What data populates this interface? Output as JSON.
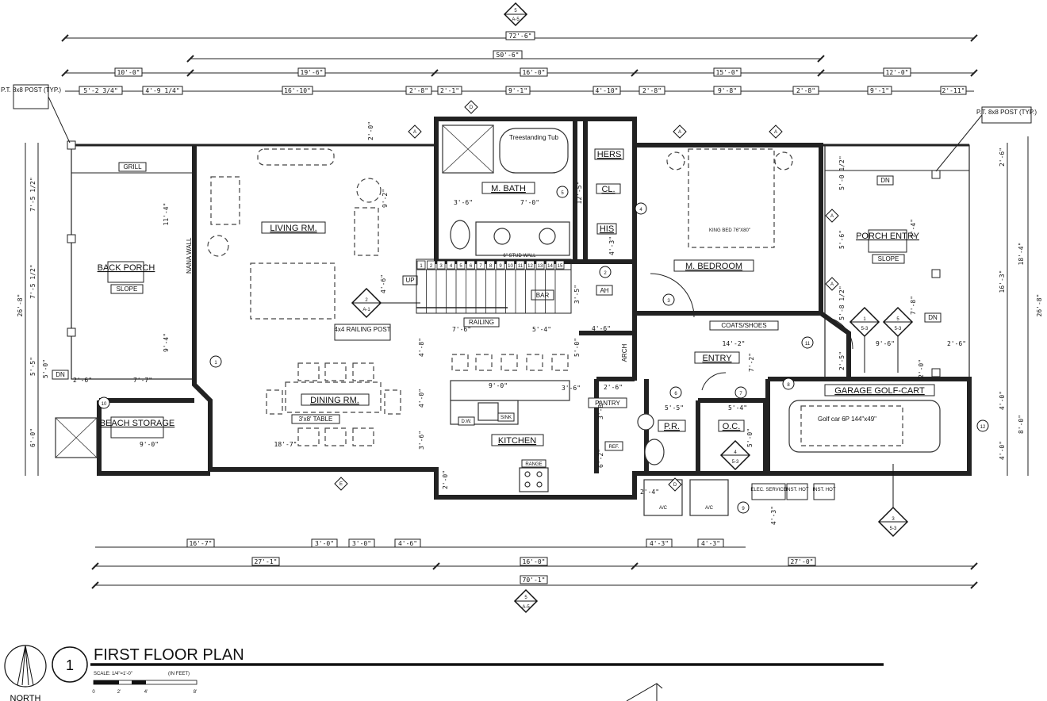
{
  "dimensions": {
    "top_overall": "72'-6\"",
    "top_mid": "50'-6\"",
    "top_row2": [
      "10'-0\"",
      "19'-6\"",
      "16'-0\"",
      "15'-0\"",
      "12'-0\""
    ],
    "top_row3": [
      "5'-2 3/4\"",
      "4'-9 1/4\"",
      "16'-10\"",
      "2'-8\"",
      "2'-1\"",
      "9'-1\"",
      "4'-10\"",
      "2'-8\"",
      "9'-8\"",
      "2'-8\"",
      "9'-1\"",
      "2'-11\""
    ],
    "bottom_row1": [
      "16'-7\"",
      "3'-0\"",
      "3'-0\"",
      "4'-6\"",
      "4'-3\"",
      "4'-3\""
    ],
    "bottom_row2": [
      "27'-1\"",
      "16'-0\"",
      "27'-0\""
    ],
    "bottom_overall": "70'-1\"",
    "left": [
      "7'-5 1/2\"",
      "7'-5 1/2\"",
      "26'-8\"",
      "5'-5\"",
      "5'-0\"",
      "6'-0\""
    ],
    "right": [
      "2'-6\"",
      "16'-3\"",
      "18'-4\"",
      "26'-8\"",
      "4'-0\"",
      "8'-0\"",
      "4'-0\""
    ],
    "interior": [
      "2'-0\"",
      "11'-4\"",
      "9'-2\"",
      "4'-6\"",
      "9'-4\"",
      "7'-7\"",
      "2'-6\"",
      "18'-7\"",
      "9'-0\"",
      "3'-6\"",
      "4'-0\"",
      "4'-8\"",
      "7'-6\"",
      "5'-4\"",
      "9'-0\"",
      "3'-6\"",
      "2'-6\"",
      "3'-8\"",
      "6'-2\"",
      "2'-0\"",
      "3'-6\"",
      "7'-0\"",
      "12'-5\"",
      "4'-3\"",
      "5'-0\"",
      "4'-6\"",
      "3'-5\"",
      "14'-2\"",
      "7'-2\"",
      "5'-5\"",
      "5'-4\"",
      "5'-0\"",
      "2'-4\"",
      "4'-3\"",
      "9'-6\"",
      "2'-6\"",
      "7'-4\"",
      "5'-6\"",
      "5'-8 1/2\"",
      "5'-0 1/2\"",
      "2'-5\"",
      "7'-8\"",
      "2'-0\""
    ]
  },
  "rooms": {
    "back_porch": "BACK PORCH",
    "living": "LIVING RM.",
    "dining": "DINING RM.",
    "kitchen": "KITCHEN",
    "m_bath": "M. BATH",
    "m_bedroom": "M. BEDROOM",
    "entry": "ENTRY",
    "porch_entry": "PORCH ENTRY",
    "garage": "GARAGE GOLF-CART",
    "beach_storage": "BEACH STORAGE",
    "pr": "P.R.",
    "oc": "O.C.",
    "pantry": "PANTRY",
    "cl": "CL.",
    "hers": "HERS",
    "his": "HIS",
    "bar": "BAR"
  },
  "notes": {
    "post_left": "P.T. 8x8 POST (TYP.)",
    "post_right": "P.T. 8x8 POST (TYP.)",
    "grill": "GRILL",
    "slope": "SLOPE",
    "nana_wall": "NANA WALL",
    "dn": "DN",
    "up": "UP",
    "railing": "RAILING",
    "railing_post": "4x4 RAILING POST",
    "stud_wall": "6\" STUD WALL",
    "tub": "Treestanding Tub",
    "king_bed": "KING BED 76\"X80\"",
    "coats": "COATS/SHOES",
    "table": "3'x8' TABLE",
    "dw": "D.W.",
    "sink": "SINK",
    "range": "RANGE",
    "ref": "REF.",
    "ah": "AH",
    "arch": "ARCH",
    "golf_car": "Golf car 6P 144\"x49\"",
    "elec": "ELEC. SERVICE",
    "inst_hot": "INST. HOT",
    "ac": "A/C",
    "steps": [
      "1",
      "2",
      "3",
      "4",
      "5",
      "6",
      "7",
      "8",
      "9",
      "10",
      "11",
      "12",
      "13",
      "14",
      "15"
    ]
  },
  "tags": {
    "a": "A",
    "d": "D",
    "e": "E",
    "a5": "A-5",
    "s53": "5-3",
    "a1": "A-1",
    "num2": "2",
    "num5": "5",
    "num1": "1",
    "num3": "3",
    "circ": [
      "1",
      "2",
      "3",
      "4",
      "5",
      "6",
      "7",
      "8",
      "9",
      "10",
      "11",
      "12"
    ]
  },
  "title_block": {
    "number": "1",
    "title": "FIRST FLOOR PLAN",
    "scale": "SCALE: 1/4\"=1'-0\"",
    "in_feet": "(IN FEET)",
    "ticks": [
      "0",
      "2'",
      "4'",
      "8'"
    ],
    "north": "NORTH"
  }
}
